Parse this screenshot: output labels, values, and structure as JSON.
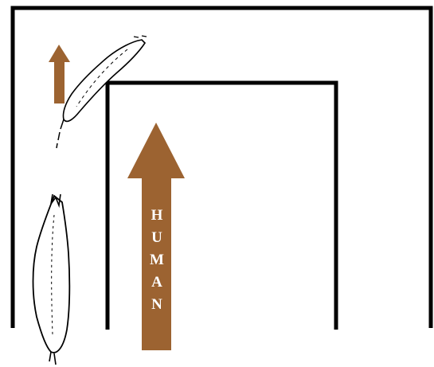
{
  "human_arrow": {
    "label": "HUMAN",
    "color": "#9c6331",
    "direction": "up"
  },
  "small_arrow": {
    "color": "#9c6331",
    "direction": "up"
  },
  "corridor": {
    "outer_wall_color": "#000000",
    "inner_wall_color": "#000000"
  },
  "figures": [
    {
      "name": "person-top-view-bent",
      "icon": "figure-icon"
    },
    {
      "name": "person-top-view-upright",
      "icon": "figure-icon"
    }
  ]
}
